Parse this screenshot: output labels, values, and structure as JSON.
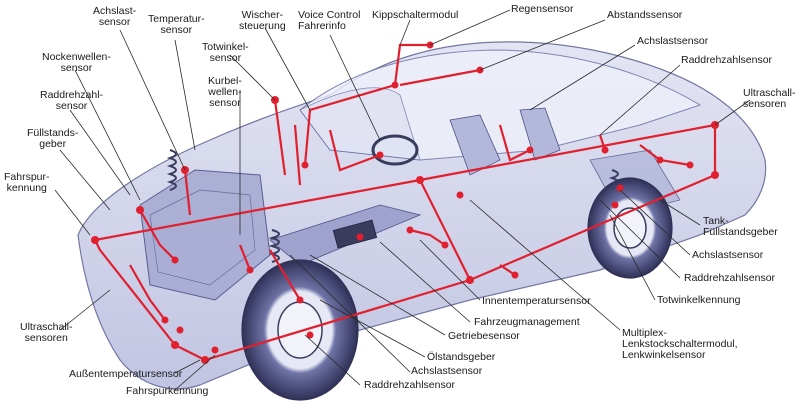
{
  "labels": {
    "achslast_sensor_top": "Achslast-\nsensor",
    "temperatur_sensor": "Temperatur-\nsensor",
    "wischer_steuerung": "Wischer-\nsteuerung",
    "voice_control": "Voice Control\nFahrerinfo",
    "kippschaltermodul": "Kippschaltermodul",
    "regensensor": "Regensensor",
    "abstandssensor": "Abstandssensor",
    "achslastsensor_right": "Achslastsensor",
    "raddrehzahlsensor_right_top": "Raddrehzahlsensor",
    "ultraschall_right": "Ultraschall-\nsensoren",
    "nockenwellen_sensor": "Nockenwellen-\nsensor",
    "totwinkel_sensor": "Totwinkel-\nsensor",
    "kurbelwellen_sensor": "Kurbel-\nwellen-\nsensor",
    "raddrehzahl_sensor_left": "Raddrehzahl-\nsensor",
    "fuellstands_geber": "Füllstands-\ngeber",
    "fahrspur_kennung_left": "Fahrspur-\nkennung",
    "tank_fuellstandsgeber": "Tank-\nFüllstandsgeber",
    "achslastsensor_right_low": "Achslastsensor",
    "raddrehzahlsensor_right_low": "Raddrehzahlsensor",
    "totwinkelkennung": "Totwinkelkennung",
    "innentemperatursensor": "Innentemperatursensor",
    "fahrzeugmanagement": "Fahrzeugmanagement",
    "getriebesensor": "Getriebesensor",
    "multiplex": "Multiplex-\nLenkstockschaltermodul,\nLenkwinkelsensor",
    "ultraschall_left": "Ultraschall-\nsensoren",
    "oelstandsgeber": "Ölstandsgeber",
    "achslastsensor_bottom": "Achslastsensor",
    "aussentemperatursensor": "Außentemperatursensor",
    "raddrehzahlsensor_bottom": "Raddrehzahlsensor",
    "fahrspurkennung_bottom": "Fahrspurkennung"
  },
  "colors": {
    "wiring": "#e0202e",
    "body_fill": "#c9cce8",
    "body_stroke": "#5b5f94",
    "leader": "#2a2a2a",
    "tire": "#3a3c5e"
  }
}
